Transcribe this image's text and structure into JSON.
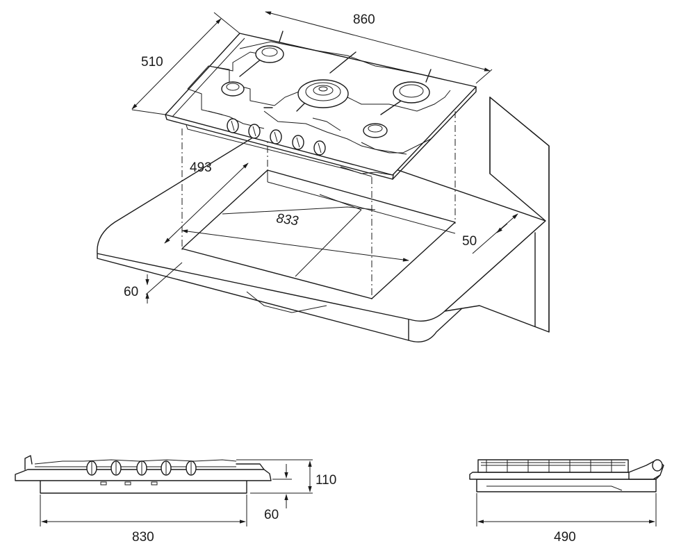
{
  "dimensions": {
    "width_top": "860",
    "depth_top": "510",
    "cutout_depth": "493",
    "cutout_width": "833",
    "back_clearance": "50",
    "counter_thickness": "60",
    "front_width": "830",
    "front_height_total": "110",
    "front_depth_below": "60",
    "side_depth": "490"
  },
  "colors": {
    "line": "#1a1a1a",
    "background": "#ffffff"
  }
}
